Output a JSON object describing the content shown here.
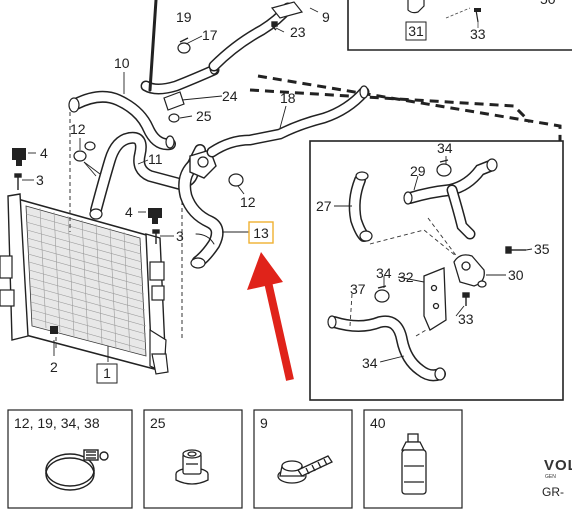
{
  "diagram": {
    "callouts": {
      "c1": "1",
      "c2": "2",
      "c3a": "3",
      "c3b": "3",
      "c4a": "4",
      "c4b": "4",
      "c9": "9",
      "c10": "10",
      "c11": "11",
      "c12a": "12",
      "c12b": "12",
      "c13": "13",
      "c17": "17",
      "c18": "18",
      "c19": "19",
      "c23": "23",
      "c24": "24",
      "c25": "25",
      "c27": "27",
      "c29": "29",
      "c30": "30",
      "c31": "31",
      "c32": "32",
      "c33a": "33",
      "c33b": "33",
      "c34a": "34",
      "c34b": "34",
      "c34c": "34",
      "c35": "35",
      "c37": "37"
    },
    "highlighted_part": "13",
    "highlight_color": "#f0b030",
    "arrow_color": "#e0231a",
    "parts_table": [
      {
        "label": "12, 19, 34, 38",
        "icon": "hose-clamp-icon"
      },
      {
        "label": "25",
        "icon": "grommet-icon"
      },
      {
        "label": "9",
        "icon": "flange-bolt-icon"
      },
      {
        "label": "40",
        "icon": "coolant-bottle-icon"
      }
    ],
    "brand": {
      "logo": "VOL",
      "sub": "GEN",
      "reference": "GR-"
    }
  }
}
